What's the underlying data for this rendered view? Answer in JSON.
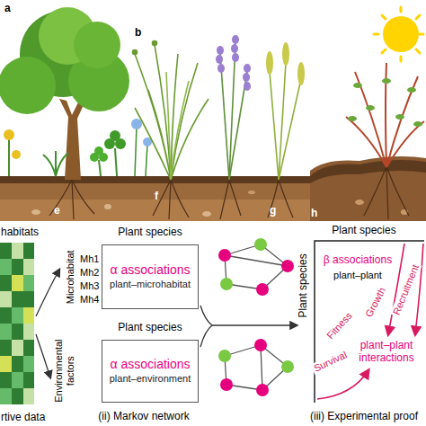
{
  "diagram": {
    "nodes": [
      {
        "text": [
          "α associations",
          "plant–microhabitat"
        ]
      },
      {
        "text": [
          "α associations",
          "plant–environment"
        ]
      }
    ],
    "labels": [
      "a",
      "b",
      "e",
      "f",
      "g",
      "h",
      "habitats",
      "Plant species",
      "Microhabitat",
      "Mh1",
      "Mh2",
      "Mh3",
      "Mh4",
      "Plant species",
      "Environmental factors",
      "rtive data",
      "(ii) Markov network",
      "Plant species",
      "Plant species",
      "β associations",
      "plant–plant",
      "Recruitment",
      "Growth",
      "Fitness",
      "Survival",
      "plant–plant interactions",
      "(iii) Experimental proof"
    ]
  }
}
